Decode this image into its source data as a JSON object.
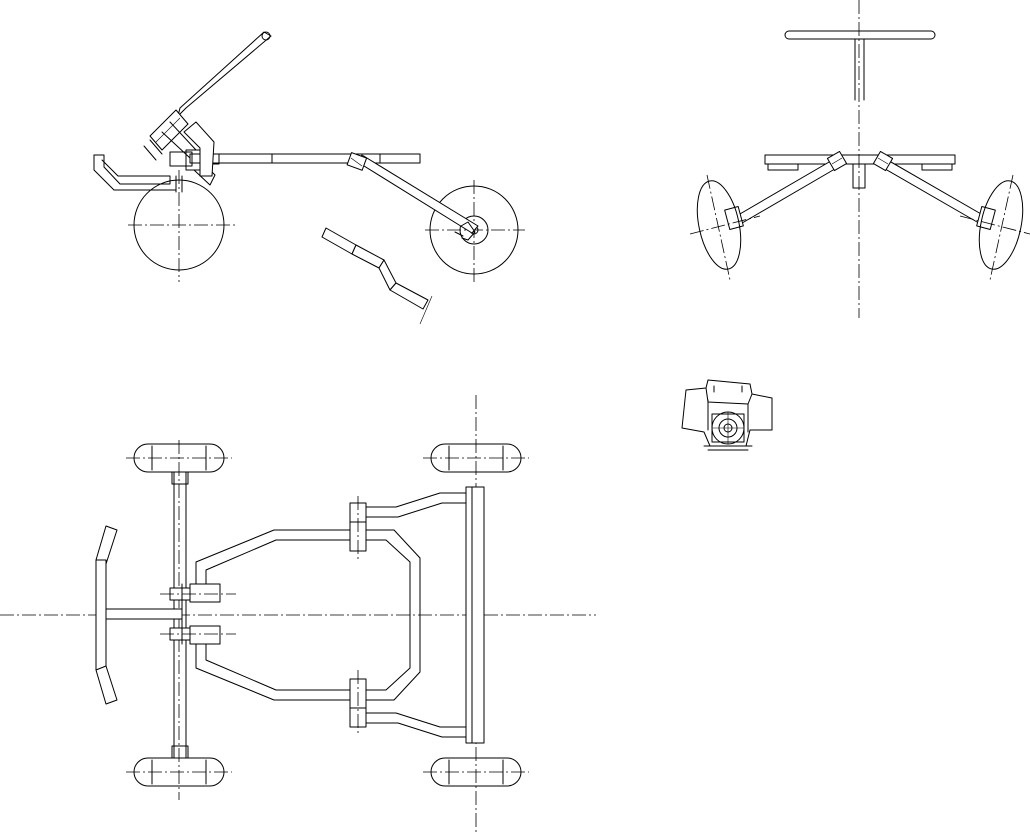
{
  "drawing": {
    "views": [
      {
        "id": "side-view"
      },
      {
        "id": "front-view"
      },
      {
        "id": "top-view"
      },
      {
        "id": "engine-detail"
      }
    ]
  },
  "colors": {
    "line": "#000000",
    "background": "#ffffff"
  }
}
